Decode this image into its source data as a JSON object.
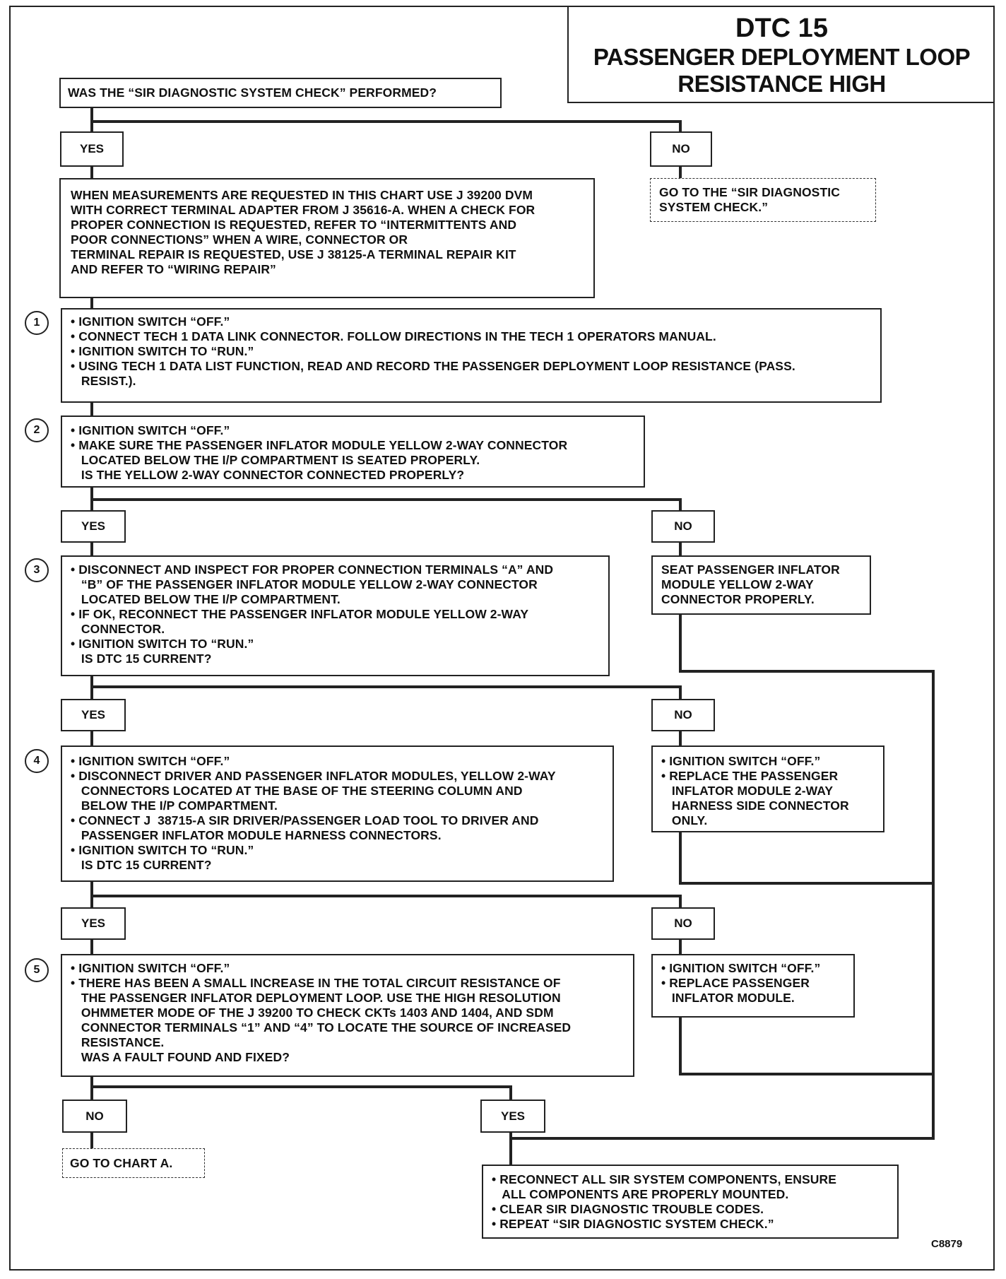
{
  "title": {
    "line1": "DTC 15",
    "line2": "PASSENGER DEPLOYMENT LOOP",
    "line3": "RESISTANCE HIGH"
  },
  "start_question": "WAS THE “SIR DIAGNOSTIC SYSTEM CHECK” PERFORMED?",
  "branch_labels": {
    "start_yes": "YES",
    "start_no": "NO",
    "s2_yes": "YES",
    "s2_no": "NO",
    "s3_yes": "YES",
    "s3_no": "NO",
    "s4_yes": "YES",
    "s4_no": "NO",
    "s5_no": "NO",
    "s5_yes": "YES"
  },
  "no_action_start": [
    "GO TO THE “SIR DIAGNOSTIC",
    "SYSTEM CHECK.”"
  ],
  "intro_note": [
    "WHEN MEASUREMENTS ARE REQUESTED IN THIS CHART USE J 39200 DVM",
    "WITH CORRECT TERMINAL ADAPTER FROM J 35616-A. WHEN A CHECK FOR",
    "PROPER CONNECTION IS REQUESTED, REFER TO “INTERMITTENTS AND",
    "POOR CONNECTIONS” WHEN A WIRE, CONNECTOR OR",
    "TERMINAL REPAIR IS REQUESTED, USE J 38125-A TERMINAL REPAIR KIT",
    "AND REFER TO “WIRING REPAIR”"
  ],
  "steps": [
    {
      "number": "1",
      "lines": [
        "• IGNITION SWITCH “OFF.”",
        "• CONNECT TECH 1 DATA LINK CONNECTOR. FOLLOW DIRECTIONS IN THE TECH 1 OPERATORS MANUAL.",
        "• IGNITION SWITCH TO “RUN.”",
        "• USING TECH 1 DATA LIST FUNCTION, READ AND RECORD THE PASSENGER DEPLOYMENT LOOP RESISTANCE (PASS.",
        "   RESIST.)."
      ]
    },
    {
      "number": "2",
      "lines": [
        "• IGNITION SWITCH “OFF.”",
        "• MAKE SURE THE PASSENGER INFLATOR MODULE YELLOW 2-WAY CONNECTOR",
        "   LOCATED BELOW THE I/P COMPARTMENT IS SEATED PROPERLY.",
        "   IS THE YELLOW 2-WAY CONNECTOR CONNECTED PROPERLY?"
      ]
    },
    {
      "number": "3",
      "lines": [
        "• DISCONNECT AND INSPECT FOR PROPER CONNECTION TERMINALS “A” AND",
        "   “B” OF THE PASSENGER INFLATOR MODULE YELLOW 2-WAY CONNECTOR",
        "   LOCATED BELOW THE I/P COMPARTMENT.",
        "• IF OK, RECONNECT THE PASSENGER INFLATOR MODULE YELLOW 2-WAY",
        "   CONNECTOR.",
        "• IGNITION SWITCH TO “RUN.”",
        "   IS DTC 15 CURRENT?"
      ]
    },
    {
      "number": "4",
      "lines": [
        "• IGNITION SWITCH “OFF.”",
        "• DISCONNECT DRIVER AND PASSENGER INFLATOR MODULES, YELLOW 2-WAY",
        "   CONNECTORS LOCATED AT THE BASE OF THE STEERING COLUMN AND",
        "   BELOW THE I/P COMPARTMENT.",
        "• CONNECT J  38715-A SIR DRIVER/PASSENGER LOAD TOOL TO DRIVER AND",
        "   PASSENGER INFLATOR MODULE HARNESS CONNECTORS.",
        "• IGNITION SWITCH TO “RUN.”",
        "   IS DTC 15 CURRENT?"
      ]
    },
    {
      "number": "5",
      "lines": [
        "• IGNITION SWITCH “OFF.”",
        "• THERE HAS BEEN A SMALL INCREASE IN THE TOTAL CIRCUIT RESISTANCE OF",
        "   THE PASSENGER INFLATOR DEPLOYMENT LOOP. USE THE HIGH RESOLUTION",
        "   OHMMETER MODE OF THE J 39200 TO CHECK CKTs 1403 AND 1404, AND SDM",
        "   CONNECTOR TERMINALS “1” AND “4” TO LOCATE THE SOURCE OF INCREASED",
        "   RESISTANCE.",
        "   WAS A FAULT FOUND AND FIXED?"
      ]
    }
  ],
  "actions": {
    "s2_no": [
      "SEAT PASSENGER INFLATOR",
      "MODULE YELLOW 2-WAY",
      "CONNECTOR PROPERLY."
    ],
    "s3_no": [
      "• IGNITION SWITCH “OFF.”",
      "• REPLACE THE PASSENGER",
      "   INFLATOR MODULE 2-WAY",
      "   HARNESS SIDE CONNECTOR",
      "   ONLY."
    ],
    "s4_no": [
      "• IGNITION SWITCH “OFF.”",
      "• REPLACE PASSENGER",
      "   INFLATOR MODULE."
    ],
    "s5_no": "GO TO CHART A.",
    "final": [
      "• RECONNECT ALL SIR SYSTEM COMPONENTS, ENSURE",
      "   ALL COMPONENTS ARE PROPERLY MOUNTED.",
      "• CLEAR SIR DIAGNOSTIC TROUBLE CODES.",
      "• REPEAT “SIR DIAGNOSTIC SYSTEM CHECK.”"
    ]
  },
  "chart_code": "C8879"
}
